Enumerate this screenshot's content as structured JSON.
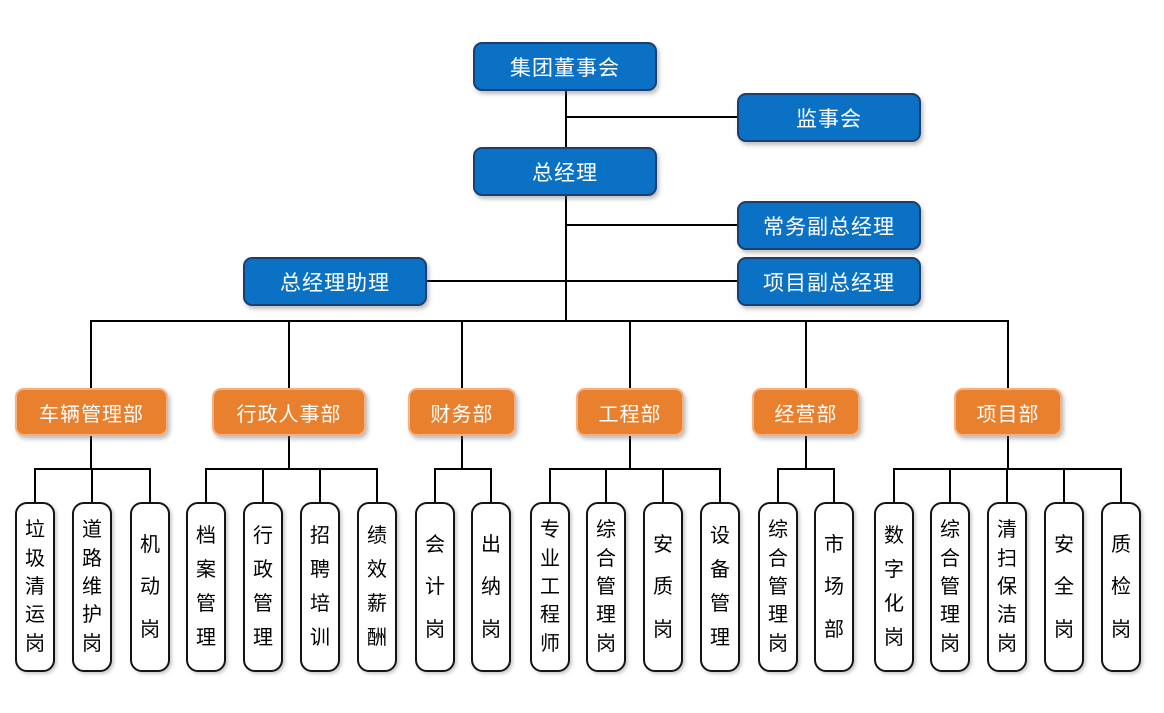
{
  "org_chart": {
    "executive_nodes": [
      {
        "id": "board",
        "label": "集团董事会"
      },
      {
        "id": "supervisory",
        "label": "监事会"
      },
      {
        "id": "general_manager",
        "label": "总经理"
      },
      {
        "id": "executive_deputy_gm",
        "label": "常务副总经理"
      },
      {
        "id": "gm_assistant",
        "label": "总经理助理"
      },
      {
        "id": "project_deputy_gm",
        "label": "项目副总经理"
      }
    ],
    "departments": [
      {
        "id": "vehicle_management",
        "label": "车辆管理部",
        "positions": [
          "垃圾清运岗",
          "道路维护岗",
          "机动岗"
        ]
      },
      {
        "id": "admin_hr",
        "label": "行政人事部",
        "positions": [
          "档案管理",
          "行政管理",
          "招聘培训",
          "绩效薪酬"
        ]
      },
      {
        "id": "finance",
        "label": "财务部",
        "positions": [
          "会计岗",
          "出纳岗"
        ]
      },
      {
        "id": "engineering",
        "label": "工程部",
        "positions": [
          "专业工程师",
          "综合管理岗",
          "安质岗",
          "设备管理"
        ]
      },
      {
        "id": "operations",
        "label": "经营部",
        "positions": [
          "综合管理岗",
          "市场部"
        ]
      },
      {
        "id": "project",
        "label": "项目部",
        "positions": [
          "数字化岗",
          "综合管理岗",
          "清扫保洁岗",
          "安全岗",
          "质检岗"
        ]
      }
    ],
    "colors": {
      "executive_fill": "#0B71C5",
      "executive_border": "#1F3E70",
      "department_fill": "#E8802D",
      "department_border": "#F4B183",
      "position_fill": "#FFFFFF",
      "position_border": "#141414",
      "connector": "#000000"
    }
  }
}
